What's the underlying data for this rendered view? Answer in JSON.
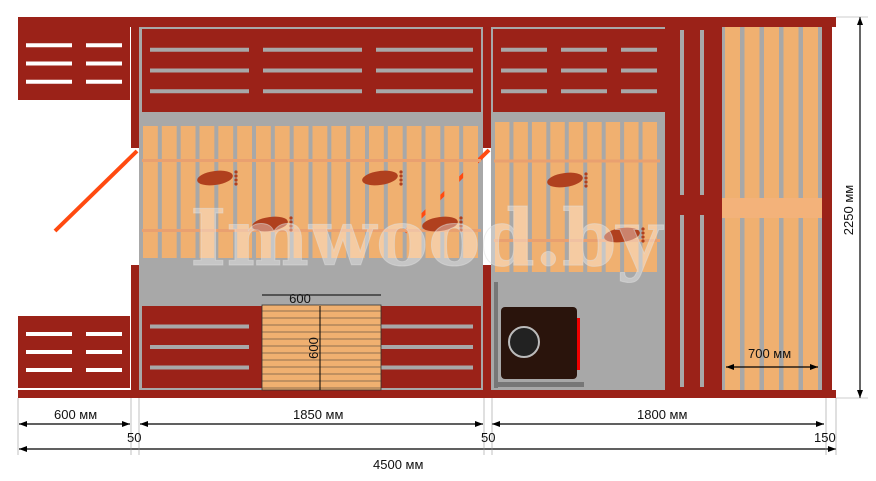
{
  "colors": {
    "wall": "#9b2218",
    "plank": "#f0b070",
    "floor": "#a8a8a8",
    "door": "#ff4a10",
    "stove": "#2a140c"
  },
  "watermark": "Imwood.by",
  "table": {
    "width_label": "600",
    "height_label": "600"
  },
  "dimensions": {
    "terrace": "600 мм",
    "room1": "1850 мм",
    "room2": "1800 мм",
    "wall1": "50",
    "wall2": "50",
    "wall3": "150",
    "total_length": "4500 мм",
    "depth": "2250 мм",
    "lounger": "700 мм"
  }
}
